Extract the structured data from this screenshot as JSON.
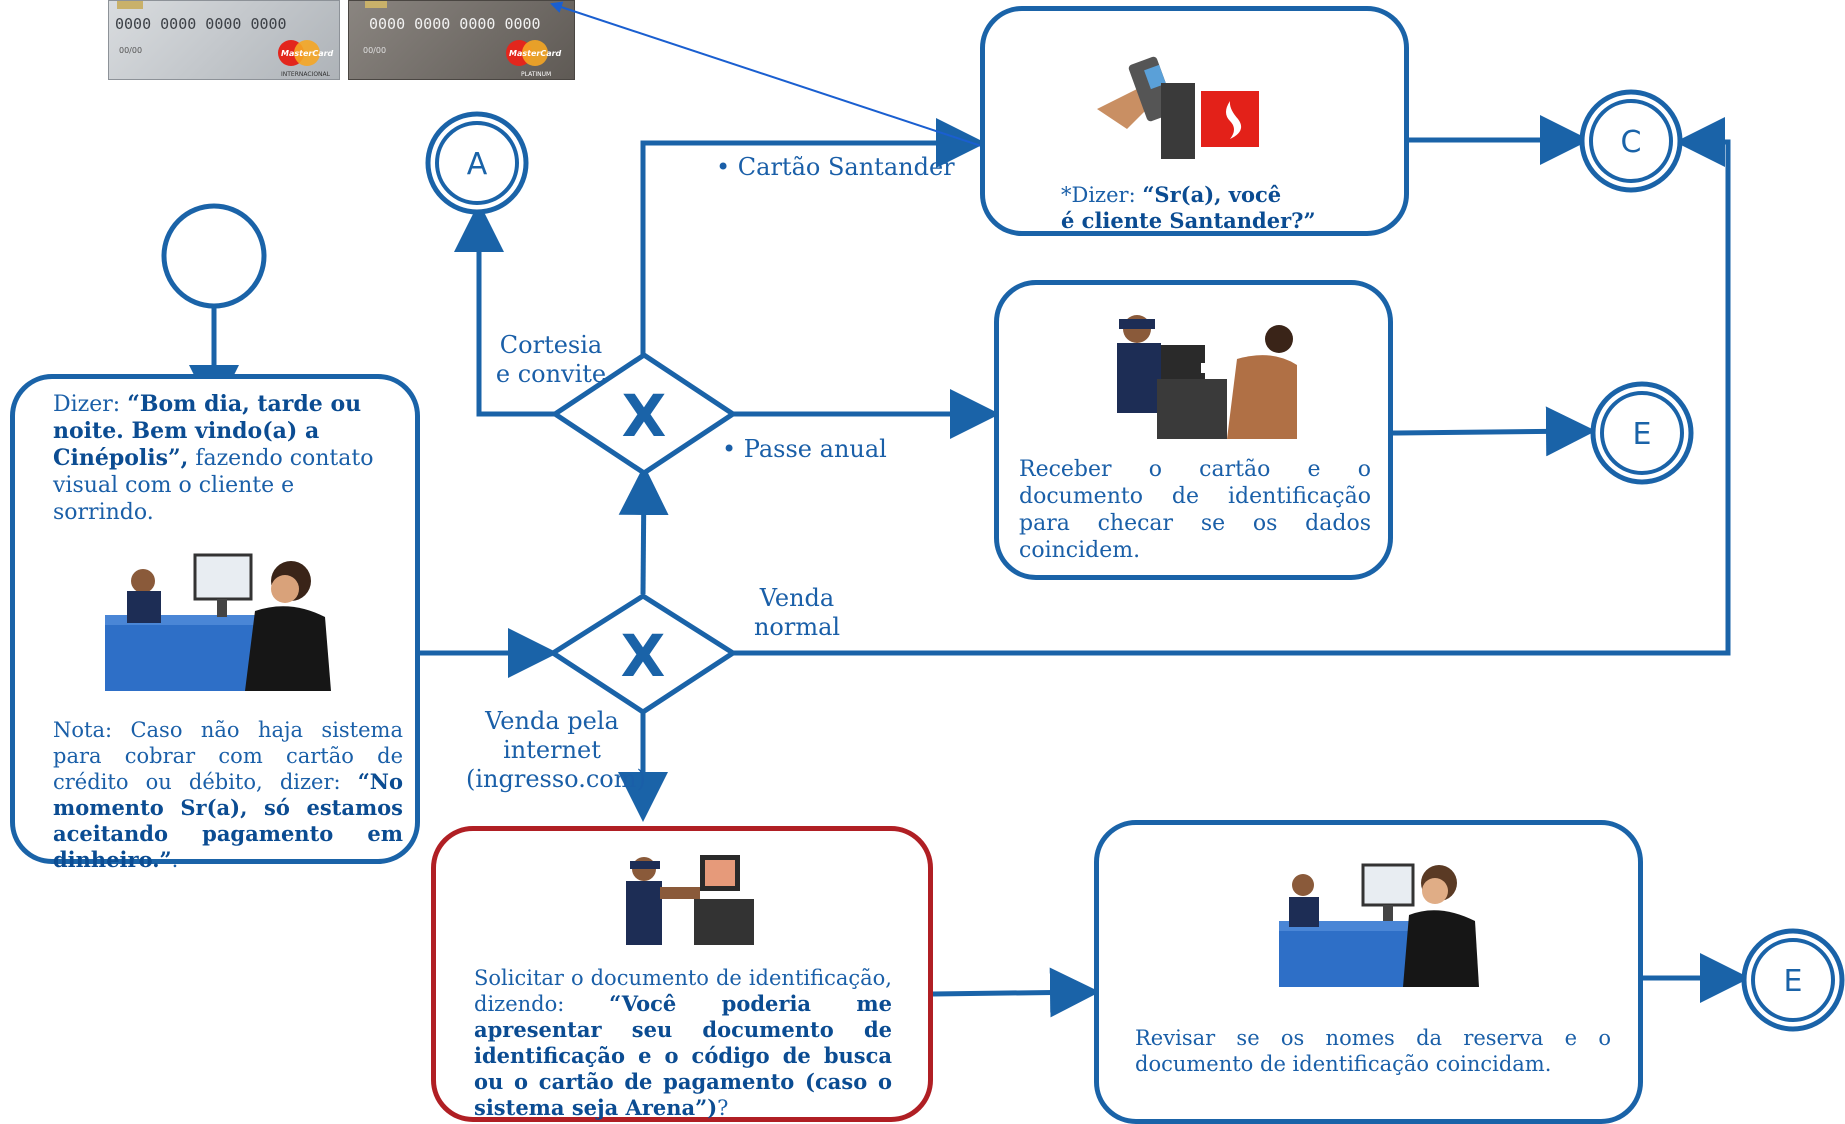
{
  "colors": {
    "primary": "#1a63a8",
    "text": "#1a5fa8",
    "highlight": "#b01f24"
  },
  "connectors": {
    "a": "A",
    "c": "C",
    "e1": "E",
    "e2": "E"
  },
  "gateways": {
    "top": "X",
    "bottom": "X"
  },
  "start_box": {
    "greet_prefix": "Dizer: ",
    "greet_bold": "“Bom dia, tarde ou noite. Bem vindo(a) a Cinépolis”,",
    "greet_suffix": " fazendo contato visual com o cliente e sorrindo.",
    "note_prefix": "Nota: Caso não haja sistema para cobrar com cartão de crédito ou débito, dizer: ",
    "note_bold": "“No momento Sr(a), só estamos aceitando pagamento em dinheiro.”",
    "note_suffix": "."
  },
  "santander_box": {
    "say_prefix": "*Dizer: ",
    "say_bold_1": "“Sr(a), você",
    "say_bold_2": "é cliente Santander?”"
  },
  "passe_box": {
    "text": "Receber o cartão e o documento de identificação para checar se os dados coincidem."
  },
  "internet_box": {
    "text_prefix": "Solicitar o documento de identificação, dizendo: ",
    "text_bold": "“Você poderia me apresentar seu documento de identificação e o código de busca ou o cartão de pagamento (caso o sistema seja Arena”)",
    "text_suffix": "?"
  },
  "review_box": {
    "text": "Revisar se os nomes da reserva e o documento de identificação coincidam."
  },
  "labels": {
    "cartao_santander": "• Cartão Santander",
    "cortesia": "Cortesia e convite",
    "passe_anual": "• Passe anual",
    "venda_normal": "Venda normal",
    "venda_internet": "Venda pela internet (ingresso.com)"
  },
  "cards": {
    "number": "0000 0000 0000 0000",
    "brand": "MasterCard",
    "card1_tier": "INTERNACIONAL",
    "card2_tier": "PLATINUM",
    "valid": "00/00"
  }
}
